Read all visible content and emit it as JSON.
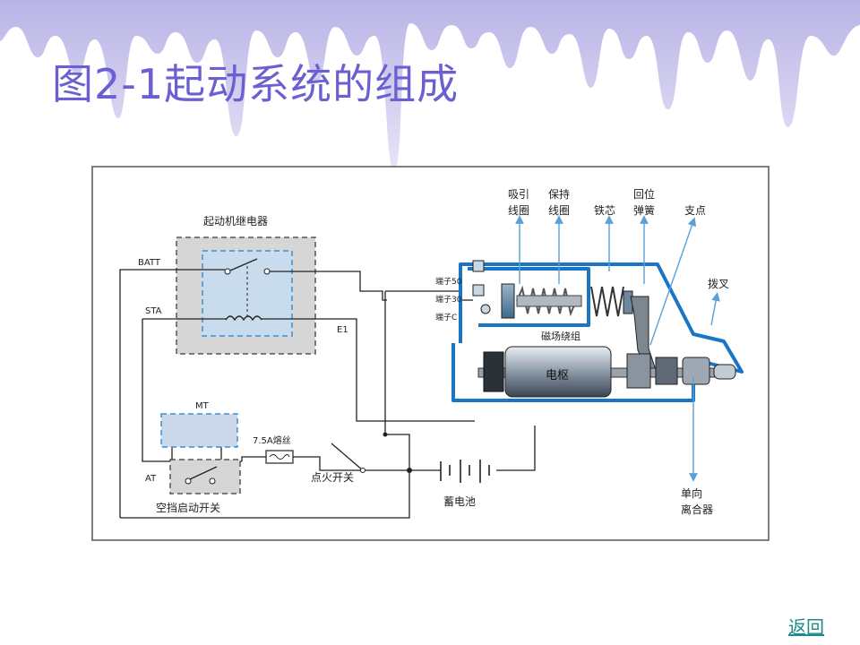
{
  "slide": {
    "title": "图2-1起动系统的组成",
    "back_link": "返回"
  },
  "diagram": {
    "relay_title": "起动机继电器",
    "batt": "BATT",
    "sta": "STA",
    "e1": "E1",
    "mt": "MT",
    "at": "AT",
    "fuse": "7.5A熔丝",
    "ignition_switch": "点火开关",
    "neutral_start_switch": "空挡启动开关",
    "battery": "蓄电池",
    "terminal_50": "端子50",
    "terminal_30": "端子30",
    "terminal_c": "端子C",
    "field_winding": "磁场绕组",
    "armature": "电枢",
    "pull_in_coil": [
      "吸引",
      "线圈"
    ],
    "hold_in_coil": [
      "保持",
      "线圈"
    ],
    "plunger": "铁芯",
    "return_spring": [
      "回位",
      "弹簧"
    ],
    "pivot": "支点",
    "shift_fork": "拨叉",
    "overrunning_clutch": [
      "单向",
      "离合器"
    ]
  },
  "colors": {
    "title": "#6b5fd1",
    "drip": "#c4c0ea",
    "blue_housing": "#1a76c4",
    "relay_box": "#d6d6d6",
    "relay_inner": "#c9dcee",
    "mt_box": "#cad8ea",
    "link": "#1a8a8a"
  }
}
